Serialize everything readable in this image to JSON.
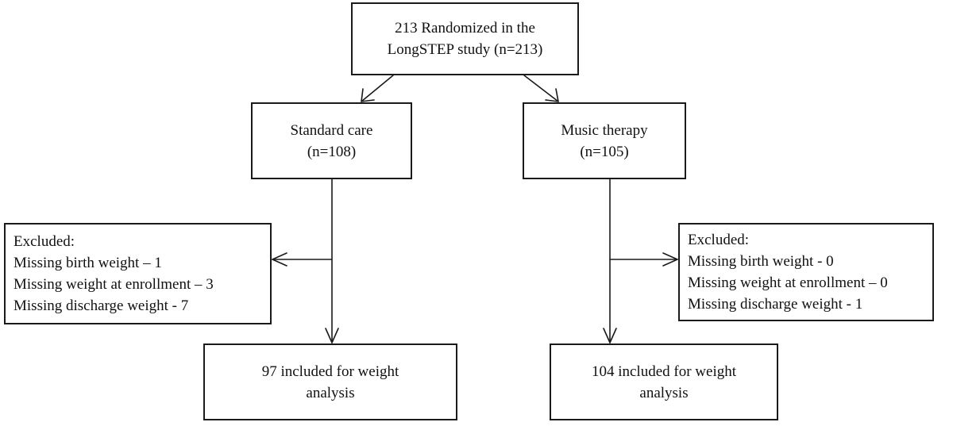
{
  "randomized": {
    "line1": "213 Randomized in the",
    "line2": "LongSTEP study (n=213)"
  },
  "arms": [
    {
      "name": "Standard care",
      "n": "(n=108)",
      "excluded": {
        "title": "Excluded:",
        "items": [
          "Missing birth weight – 1",
          "Missing weight at enrollment – 3",
          "Missing discharge weight - 7"
        ]
      },
      "included": {
        "line1": "97 included for weight",
        "line2": "analysis"
      }
    },
    {
      "name": "Music therapy",
      "n": "(n=105)",
      "excluded": {
        "title": "Excluded:",
        "items": [
          "Missing birth weight - 0",
          "Missing weight at enrollment – 0",
          "Missing discharge weight - 1"
        ]
      },
      "included": {
        "line1": "104 included for weight",
        "line2": "analysis"
      }
    }
  ]
}
